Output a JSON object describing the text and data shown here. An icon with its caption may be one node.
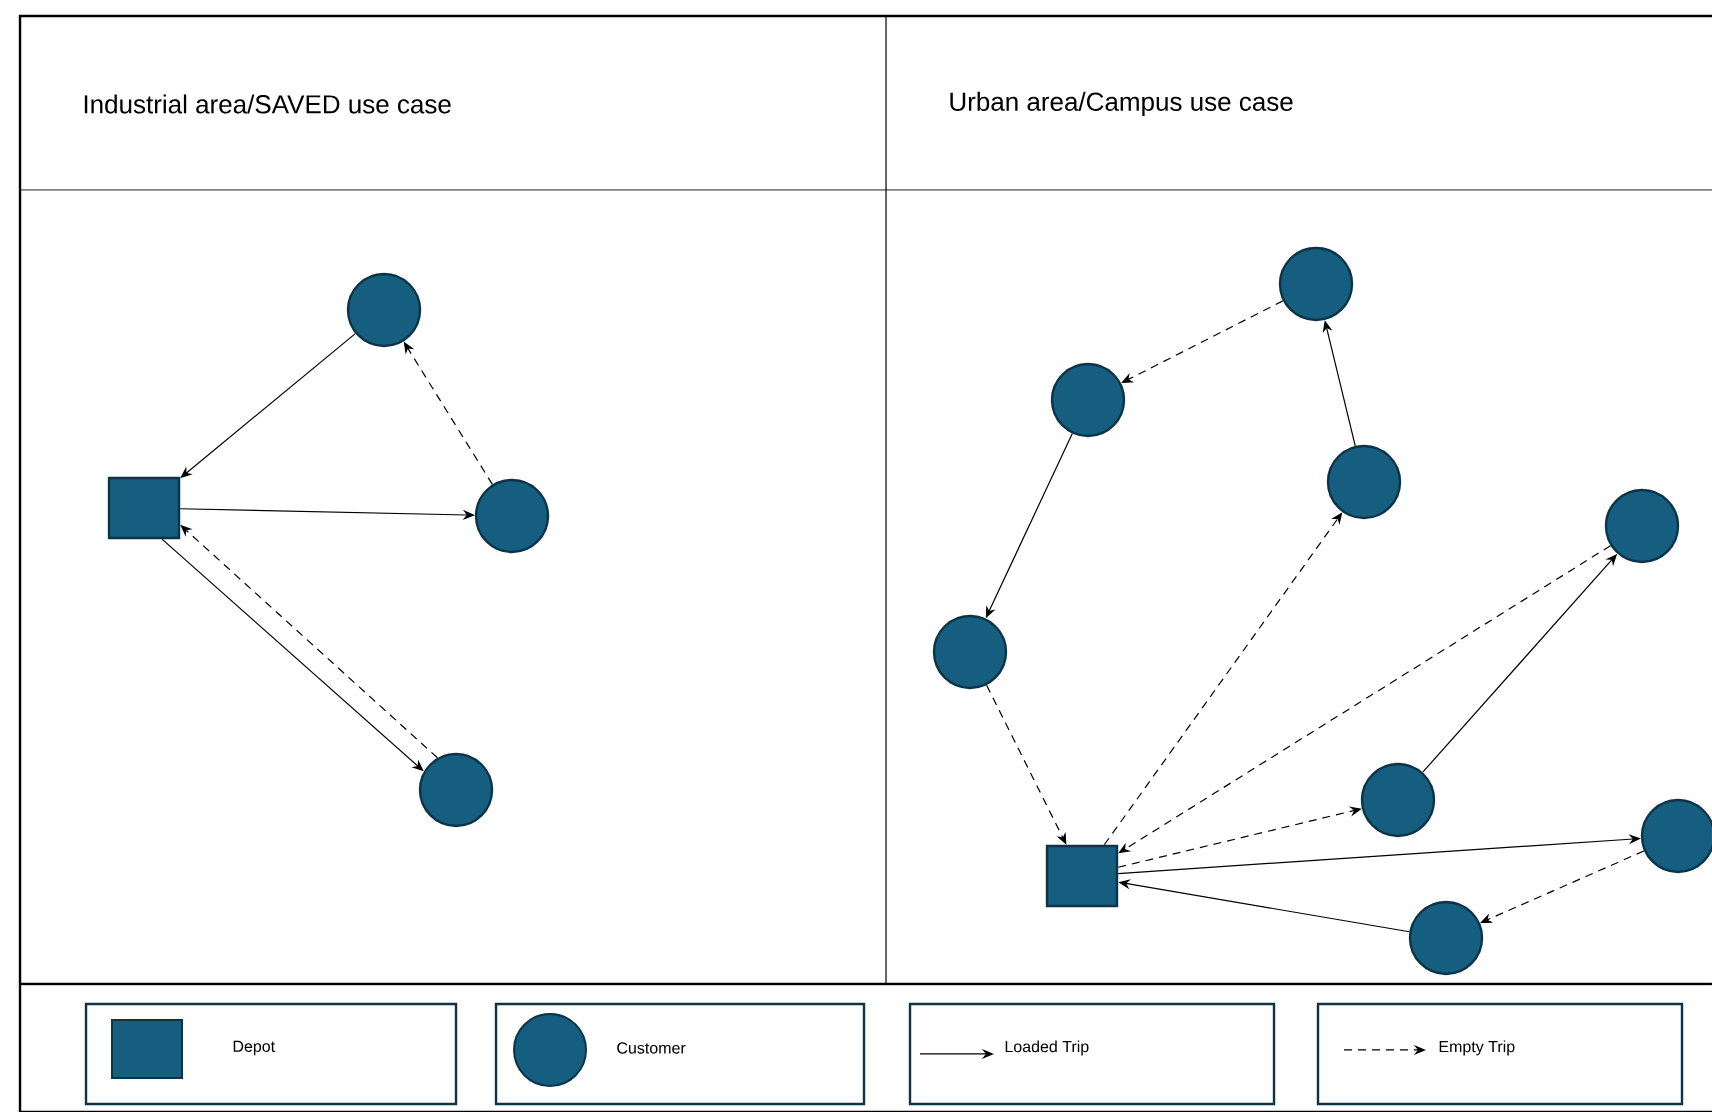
{
  "diagram": {
    "nodes": [
      {
        "text": [],
        "shape": "box"
      },
      {
        "text": [],
        "shape": "circle"
      },
      {
        "text": [],
        "shape": "circle"
      },
      {
        "text": [],
        "shape": "circle"
      },
      {
        "text": [],
        "shape": "box"
      },
      {
        "text": [],
        "shape": "circle"
      },
      {
        "text": [],
        "shape": "circle"
      },
      {
        "text": [],
        "shape": "circle"
      },
      {
        "text": [],
        "shape": "circle"
      },
      {
        "text": [],
        "shape": "circle"
      },
      {
        "text": [],
        "shape": "circle"
      },
      {
        "text": [],
        "shape": "circle"
      },
      {
        "text": [],
        "shape": "circle"
      }
    ],
    "edges": [
      {
        "from": 1,
        "to": 0,
        "arrow": "to"
      },
      {
        "from": 0,
        "to": 2,
        "arrow": "to"
      },
      {
        "from": 2,
        "to": 1,
        "arrow": "to",
        "style": "dashed"
      },
      {
        "from": 0,
        "to": 3,
        "arrow": "to"
      },
      {
        "from": 3,
        "to": 0,
        "arrow": "to",
        "style": "dashed"
      },
      {
        "from": 5,
        "to": 6,
        "arrow": "to",
        "style": "dashed"
      },
      {
        "from": 6,
        "to": 9,
        "arrow": "to"
      },
      {
        "from": 9,
        "to": 4,
        "arrow": "to",
        "style": "dashed"
      },
      {
        "from": 4,
        "to": 7,
        "arrow": "to",
        "style": "dashed"
      },
      {
        "from": 7,
        "to": 5,
        "arrow": "to"
      },
      {
        "from": 8,
        "to": 4,
        "arrow": "to",
        "style": "dashed"
      },
      {
        "from": 10,
        "to": 8,
        "arrow": "to"
      },
      {
        "from": 4,
        "to": 10,
        "arrow": "to",
        "style": "dashed"
      },
      {
        "from": 4,
        "to": 11,
        "arrow": "to"
      },
      {
        "from": 11,
        "to": 12,
        "arrow": "to",
        "style": "dashed"
      },
      {
        "from": 12,
        "to": 4,
        "arrow": "to"
      }
    ],
    "labels": [
      "Industrial area/SAVED use case",
      "Urban area/Campus use case"
    ],
    "legend": [
      {
        "text": "Depot"
      },
      {
        "text": "Customer"
      },
      {
        "text": "Loaded Trip"
      },
      {
        "text": "Empty Trip"
      }
    ]
  }
}
